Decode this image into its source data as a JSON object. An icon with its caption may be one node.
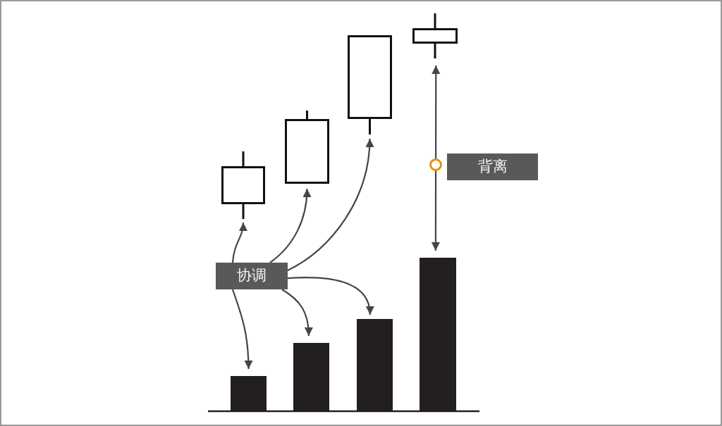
{
  "diagram": {
    "nodes": [
      {
        "text": [],
        "shape": "candlestick"
      },
      {
        "text": [],
        "shape": "candlestick"
      },
      {
        "text": [],
        "shape": "candlestick"
      },
      {
        "text": [],
        "shape": "candlestick"
      },
      {
        "text": [
          "协调"
        ]
      },
      {
        "text": [],
        "shape": "bar"
      },
      {
        "text": [],
        "shape": "bar"
      },
      {
        "text": [],
        "shape": "bar"
      },
      {
        "text": [],
        "shape": "bar"
      }
    ],
    "edges": [
      {
        "from": 4,
        "to": 0,
        "arrow": "to"
      },
      {
        "from": 4,
        "to": 1,
        "arrow": "to"
      },
      {
        "from": 4,
        "to": 2,
        "arrow": "to"
      },
      {
        "from": 4,
        "to": 5,
        "arrow": "to"
      },
      {
        "from": 4,
        "to": 6,
        "arrow": "to"
      },
      {
        "from": 4,
        "to": 7,
        "arrow": "to"
      },
      {
        "from": 3,
        "to": 8,
        "arrow": "both",
        "label": "背离"
      }
    ]
  }
}
